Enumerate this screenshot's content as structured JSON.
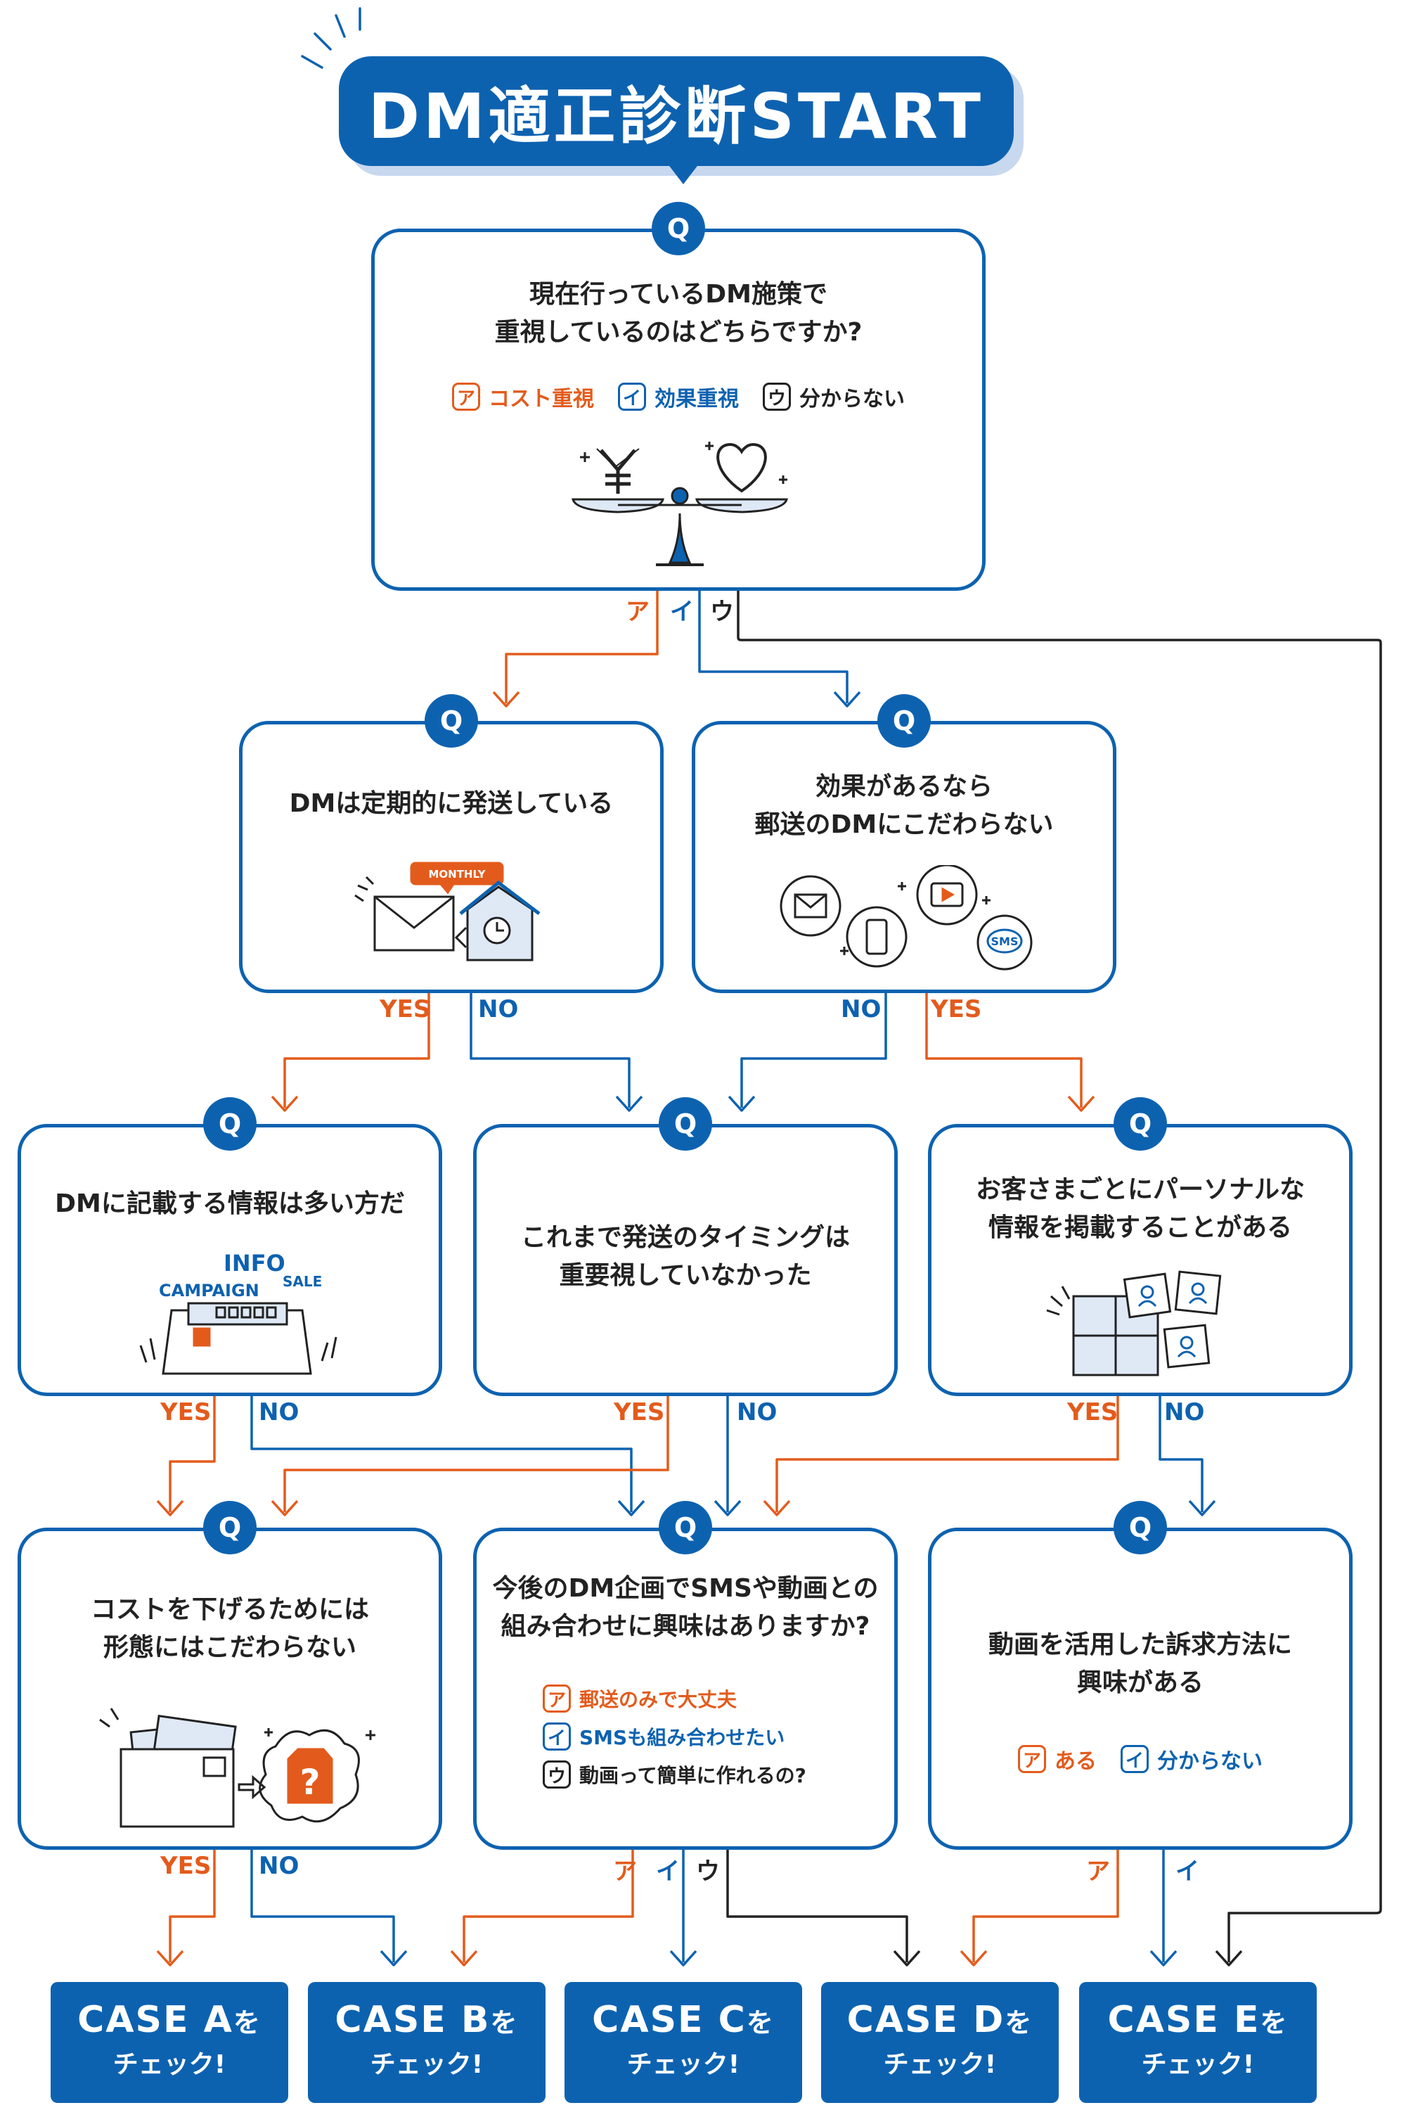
{
  "title": "DM適正診断START",
  "q_badge": "Q",
  "colors": {
    "primary_blue": "#0d62b0",
    "accent_orange": "#e35b1c",
    "line_dark": "#222222"
  },
  "q1": {
    "text_line1": "現在行っているDM施策で",
    "text_line2": "重視しているのはどちらですか?",
    "options": [
      {
        "mark": "ア",
        "label": "コスト重視"
      },
      {
        "mark": "イ",
        "label": "効果重視"
      },
      {
        "mark": "ウ",
        "label": "分からない"
      }
    ],
    "illustration": "scale-yen-heart-icon",
    "branch_labels": [
      "ア",
      "イ",
      "ウ"
    ]
  },
  "q2a": {
    "text_line1": "DMは定期的に発送している",
    "badge_text": "MONTHLY",
    "yes": "YES",
    "no": "NO"
  },
  "q2b": {
    "text_line1": "効果があるなら",
    "text_line2": "郵送のDMにこだわらない",
    "badge_text": "SMS",
    "no": "NO",
    "yes": "YES"
  },
  "q3a": {
    "text_line1": "DMに記載する情報は多い方だ",
    "sign_text1": "INFO",
    "sign_text2": "CAMPAIGN",
    "sign_text3": "SALE",
    "yes": "YES",
    "no": "NO"
  },
  "q3b": {
    "text_line1": "これまで発送のタイミングは",
    "text_line2": "重要視していなかった",
    "yes": "YES",
    "no": "NO"
  },
  "q3c": {
    "text_line1": "お客さまごとにパーソナルな",
    "text_line2": "情報を掲載することがある",
    "yes": "YES",
    "no": "NO"
  },
  "q4a": {
    "text_line1": "コストを下げるためには",
    "text_line2": "形態にはこだわらない",
    "yes": "YES",
    "no": "NO"
  },
  "q4b": {
    "text_line1": "今後のDM企画でSMSや動画との",
    "text_line2": "組み合わせに興味はありますか?",
    "options": [
      {
        "mark": "ア",
        "label": "郵送のみで大丈夫"
      },
      {
        "mark": "イ",
        "label": "SMSも組み合わせたい"
      },
      {
        "mark": "ウ",
        "label": "動画って簡単に作れるの?"
      }
    ],
    "branch_labels": [
      "ア",
      "イ",
      "ウ"
    ]
  },
  "q4c": {
    "text_line1": "動画を活用した訴求方法に",
    "text_line2": "興味がある",
    "options": [
      {
        "mark": "ア",
        "label": "ある"
      },
      {
        "mark": "イ",
        "label": "分からない"
      }
    ],
    "branch_labels": [
      "ア",
      "イ"
    ]
  },
  "cases": [
    {
      "title": "CASE A",
      "suffix": "を",
      "sub": "チェック!"
    },
    {
      "title": "CASE B",
      "suffix": "を",
      "sub": "チェック!"
    },
    {
      "title": "CASE C",
      "suffix": "を",
      "sub": "チェック!"
    },
    {
      "title": "CASE D",
      "suffix": "を",
      "sub": "チェック!"
    },
    {
      "title": "CASE E",
      "suffix": "を",
      "sub": "チェック!"
    }
  ]
}
